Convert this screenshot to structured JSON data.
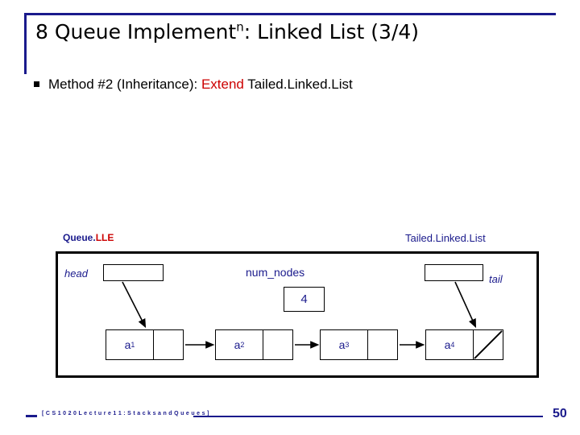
{
  "slide": {
    "number": "8",
    "title_main": "Queue Implement",
    "title_sup": "n",
    "title_rest": ": Linked List (3/4)",
    "bullet": {
      "marker": "square-bullet",
      "text_lead": "Method #2 (Inheritance): ",
      "text_accent": "Extend",
      "text_tail": " Tailed.Linked.List"
    }
  },
  "diagram": {
    "label_left_class": "Queue.",
    "label_left_suffix": "LLE",
    "label_right_class": "Tailed.Linked.List",
    "head_label": "head",
    "tail_label": "tail",
    "num_nodes_label": "num_nodes",
    "num_nodes_value": "4",
    "nodes": [
      {
        "name": "a",
        "index": "1"
      },
      {
        "name": "a",
        "index": "2"
      },
      {
        "name": "a",
        "index": "3"
      },
      {
        "name": "a",
        "index": "4"
      }
    ]
  },
  "footer": {
    "course_text": "[ C S 1 0 2 0   L e c t u r e   1 1 :   S t a c k s   a n d   Q u e u e s ]",
    "page_number": "50"
  },
  "colors": {
    "navy": "#1a1a8c",
    "red": "#cc0000",
    "black": "#000000"
  }
}
